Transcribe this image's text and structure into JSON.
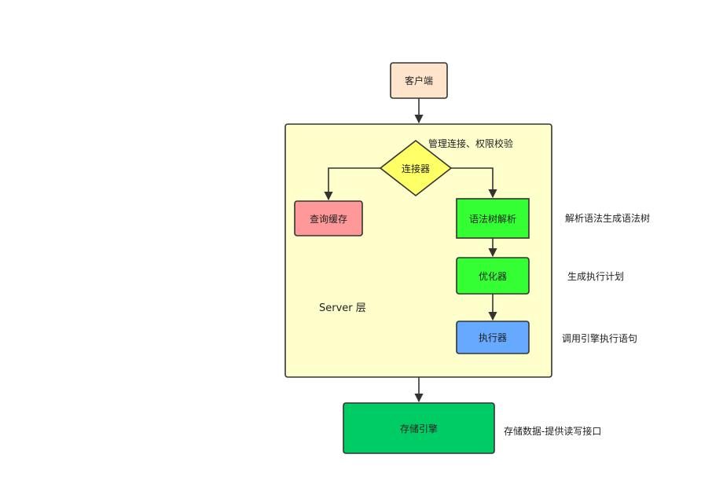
{
  "nodes": {
    "client": "客户端",
    "connector": "连接器",
    "query_cache": "查询缓存",
    "parser": "语法树解析",
    "optimizer": "优化器",
    "executor": "执行器",
    "storage_engine": "存储引擎"
  },
  "server_layer": {
    "label": "Server 层"
  },
  "annotations": {
    "connector_note": "管理连接、权限校验",
    "parser_note": "解析语法生成语法树",
    "optimizer_note": "生成执行计划",
    "executor_note": "调用引擎执行语句",
    "storage_note": "存储数据-提供读写接口"
  },
  "colors": {
    "client_fill": "#FFE4CC",
    "server_fill": "#FFFFCC",
    "connector_fill": "#FFFF66",
    "query_cache_fill": "#FF9999",
    "parser_fill": "#33FF33",
    "optimizer_fill": "#33FF33",
    "executor_fill": "#66AAFF",
    "storage_fill": "#00CC66",
    "stroke": "#333333"
  }
}
